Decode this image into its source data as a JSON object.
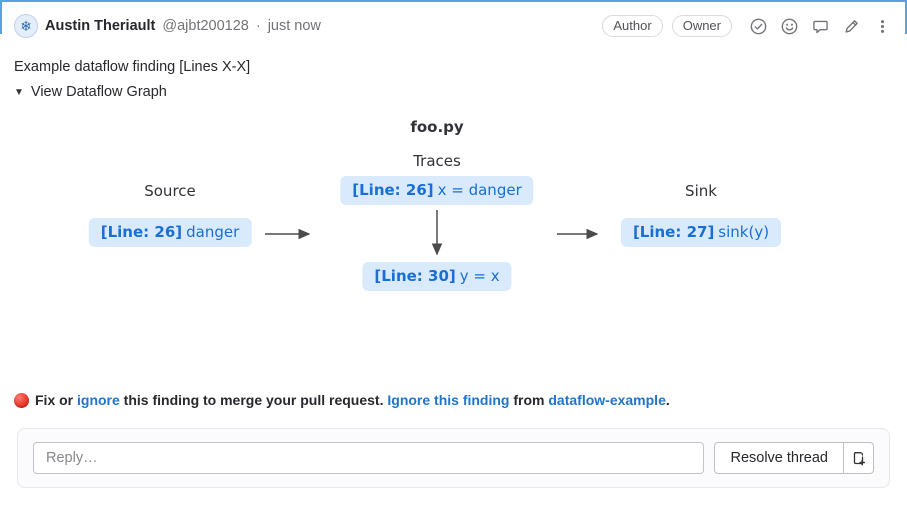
{
  "header": {
    "avatar_icon": "❄",
    "author_name": "Austin Theriault",
    "author_handle": "@ajbt200128",
    "separator": "·",
    "timestamp": "just now",
    "badges": [
      {
        "label": "Author"
      },
      {
        "label": "Owner"
      }
    ],
    "action_icons": [
      "check-circle-icon",
      "smiley-icon",
      "comment-icon",
      "pencil-icon",
      "kebab-menu-icon"
    ]
  },
  "comment": {
    "title": "Example dataflow finding [Lines X-X]",
    "toggle_icon": "▼",
    "toggle_label": "View Dataflow Graph"
  },
  "graph": {
    "file_label": "foo.py",
    "source_label": "Source",
    "traces_label": "Traces",
    "sink_label": "Sink",
    "source_node": {
      "line": "[Line: 26]",
      "code": "danger"
    },
    "trace_nodes": [
      {
        "line": "[Line: 26]",
        "code": "x = danger"
      },
      {
        "line": "[Line: 30]",
        "code": "y = x"
      }
    ],
    "sink_node": {
      "line": "[Line: 27]",
      "code": "sink(y)"
    }
  },
  "warning": {
    "icon": "red-circle-icon",
    "segments": [
      {
        "text": "Fix or ",
        "link": false
      },
      {
        "text": "ignore",
        "link": true
      },
      {
        "text": " this finding to merge your pull request. ",
        "link": false
      },
      {
        "text": "Ignore this finding",
        "link": true
      },
      {
        "text": " from ",
        "link": false
      },
      {
        "text": "dataflow-example",
        "link": true
      },
      {
        "text": ".",
        "link": false
      }
    ]
  },
  "reply": {
    "placeholder": "Reply…",
    "resolve_button_label": "Resolve thread",
    "new_issue_icon": "issue-new-icon"
  },
  "colors": {
    "link_blue": "#1f75cb",
    "node_bg": "#d9eafc",
    "node_text": "#1a6fd4",
    "highlight_border": "#5ba0e3",
    "arrow": "#4c4c4c"
  }
}
